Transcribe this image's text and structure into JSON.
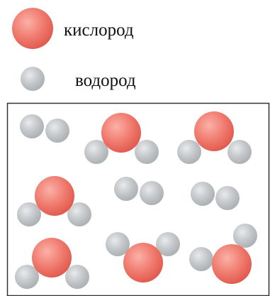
{
  "legend": {
    "oxygen_label": "кислород",
    "hydrogen_label": "водород"
  },
  "colors": {
    "oxygen": "#f07b6f",
    "oxygen_light": "#fbb1a8",
    "oxygen_dark": "#e0574b",
    "hydrogen": "#c2c6c8",
    "hydrogen_light": "#e8eaeb",
    "hydrogen_dark": "#a9aeb1",
    "frame": "#333333"
  },
  "molecules": [
    {
      "type": "hydrogen",
      "atoms": [
        "H",
        "H"
      ]
    },
    {
      "type": "water",
      "atoms": [
        "H",
        "O",
        "H"
      ]
    },
    {
      "type": "water",
      "atoms": [
        "H",
        "O",
        "H"
      ]
    },
    {
      "type": "water",
      "atoms": [
        "H",
        "O",
        "H"
      ]
    },
    {
      "type": "hydrogen",
      "atoms": [
        "H",
        "H"
      ]
    },
    {
      "type": "hydrogen",
      "atoms": [
        "H",
        "H"
      ]
    },
    {
      "type": "water",
      "atoms": [
        "H",
        "O",
        "H"
      ]
    },
    {
      "type": "water",
      "atoms": [
        "H",
        "O",
        "H"
      ]
    },
    {
      "type": "water",
      "atoms": [
        "H",
        "O",
        "H"
      ]
    }
  ]
}
